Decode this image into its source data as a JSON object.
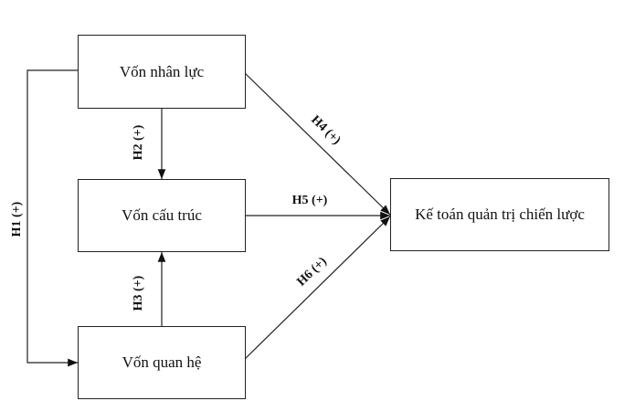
{
  "nodes": {
    "human_capital": "Vốn nhân lực",
    "structural_capital": "Vốn cấu trúc",
    "relational_capital": "Vốn quan hệ",
    "strategic_accounting": "Kế toán quản trị chiến lược"
  },
  "hypotheses": {
    "h1": "H1 (+)",
    "h2": "H2 (+)",
    "h3": "H3 (+)",
    "h4": "H4 (+)",
    "h5": "H5 (+)",
    "h6": "H6 (+)"
  },
  "colors": {
    "line": "#222222",
    "text": "#111111"
  }
}
